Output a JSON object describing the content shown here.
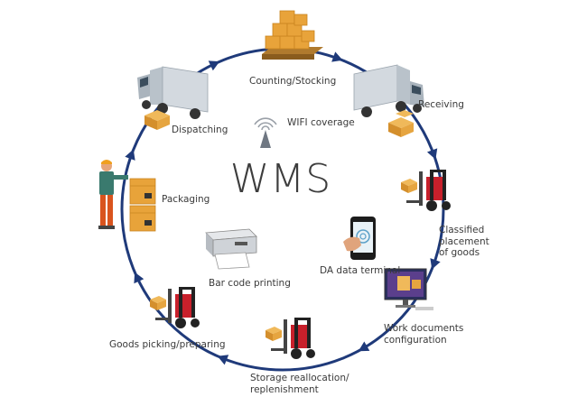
{
  "title": "WMS",
  "wifi_label": "WIFI coverage",
  "data_terminal_label": "DA data terminal",
  "barcode_label": "Bar code printing",
  "stages": [
    {
      "id": "counting",
      "label": "Counting/Stocking"
    },
    {
      "id": "receiving",
      "label": "Receiving"
    },
    {
      "id": "classified",
      "label": "Classified\nplacement\nof goods"
    },
    {
      "id": "workdocs",
      "label": "Work documents\nconfiguration"
    },
    {
      "id": "storage",
      "label": "Storage reallocation/\nreplenishment"
    },
    {
      "id": "picking",
      "label": "Goods picking/preparing"
    },
    {
      "id": "packaging",
      "label": "Packaging"
    },
    {
      "id": "dispatching",
      "label": "Dispatching"
    }
  ],
  "colors": {
    "cycle": "#1f3a7a",
    "box": "#e8a33a",
    "box_dark": "#c98420",
    "forklift": "#c8202b",
    "truck": "#c7cfd6"
  }
}
